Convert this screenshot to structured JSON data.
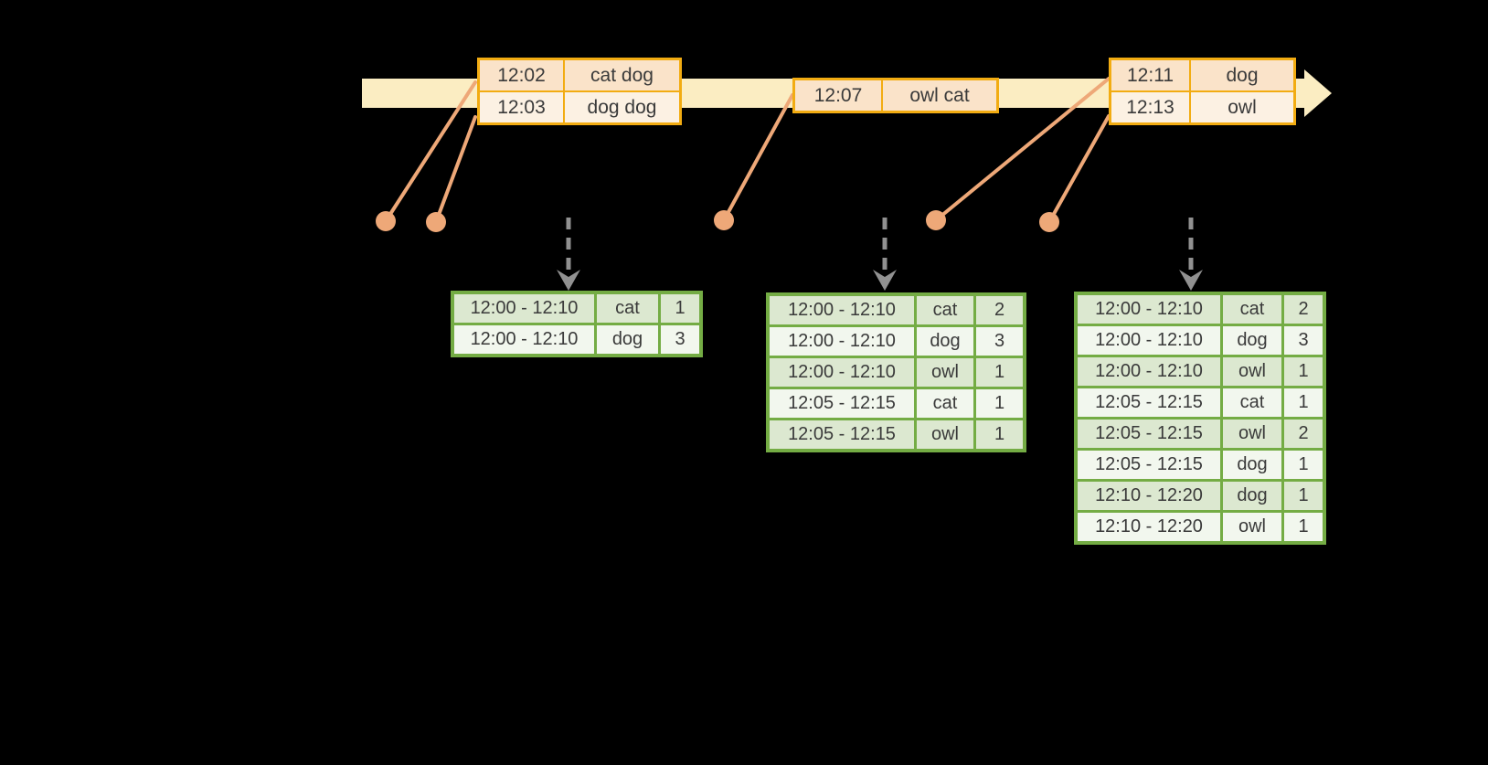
{
  "colors": {
    "background": "#000000",
    "timeline-fill": "#fbedc2",
    "event-border": "#f2ac12",
    "event-row-odd": "#fae3c9",
    "event-row-even": "#fcf1e3",
    "connector": "#eea878",
    "trigger-gray": "#919191",
    "result-border": "#74ac44",
    "result-row-odd": "#dce8d0",
    "result-row-even": "#f2f7ee",
    "text": "#3a3a3a"
  },
  "timeline": {
    "events": [
      {
        "rows": [
          {
            "time": "12:02",
            "words": "cat dog"
          },
          {
            "time": "12:03",
            "words": "dog dog"
          }
        ]
      },
      {
        "rows": [
          {
            "time": "12:07",
            "words": "owl cat"
          }
        ]
      },
      {
        "rows": [
          {
            "time": "12:11",
            "words": "dog"
          },
          {
            "time": "12:13",
            "words": "owl"
          }
        ]
      }
    ]
  },
  "results": [
    {
      "rows": [
        {
          "window": "12:00 - 12:10",
          "word": "cat",
          "count": "1"
        },
        {
          "window": "12:00 - 12:10",
          "word": "dog",
          "count": "3"
        }
      ]
    },
    {
      "rows": [
        {
          "window": "12:00 - 12:10",
          "word": "cat",
          "count": "2"
        },
        {
          "window": "12:00 - 12:10",
          "word": "dog",
          "count": "3"
        },
        {
          "window": "12:00 - 12:10",
          "word": "owl",
          "count": "1"
        },
        {
          "window": "12:05 - 12:15",
          "word": "cat",
          "count": "1"
        },
        {
          "window": "12:05 - 12:15",
          "word": "owl",
          "count": "1"
        }
      ]
    },
    {
      "rows": [
        {
          "window": "12:00 - 12:10",
          "word": "cat",
          "count": "2"
        },
        {
          "window": "12:00 - 12:10",
          "word": "dog",
          "count": "3"
        },
        {
          "window": "12:00 - 12:10",
          "word": "owl",
          "count": "1"
        },
        {
          "window": "12:05 - 12:15",
          "word": "cat",
          "count": "1"
        },
        {
          "window": "12:05 - 12:15",
          "word": "owl",
          "count": "2"
        },
        {
          "window": "12:05 - 12:15",
          "word": "dog",
          "count": "1"
        },
        {
          "window": "12:10 - 12:20",
          "word": "dog",
          "count": "1"
        },
        {
          "window": "12:10 - 12:20",
          "word": "owl",
          "count": "1"
        }
      ]
    }
  ]
}
